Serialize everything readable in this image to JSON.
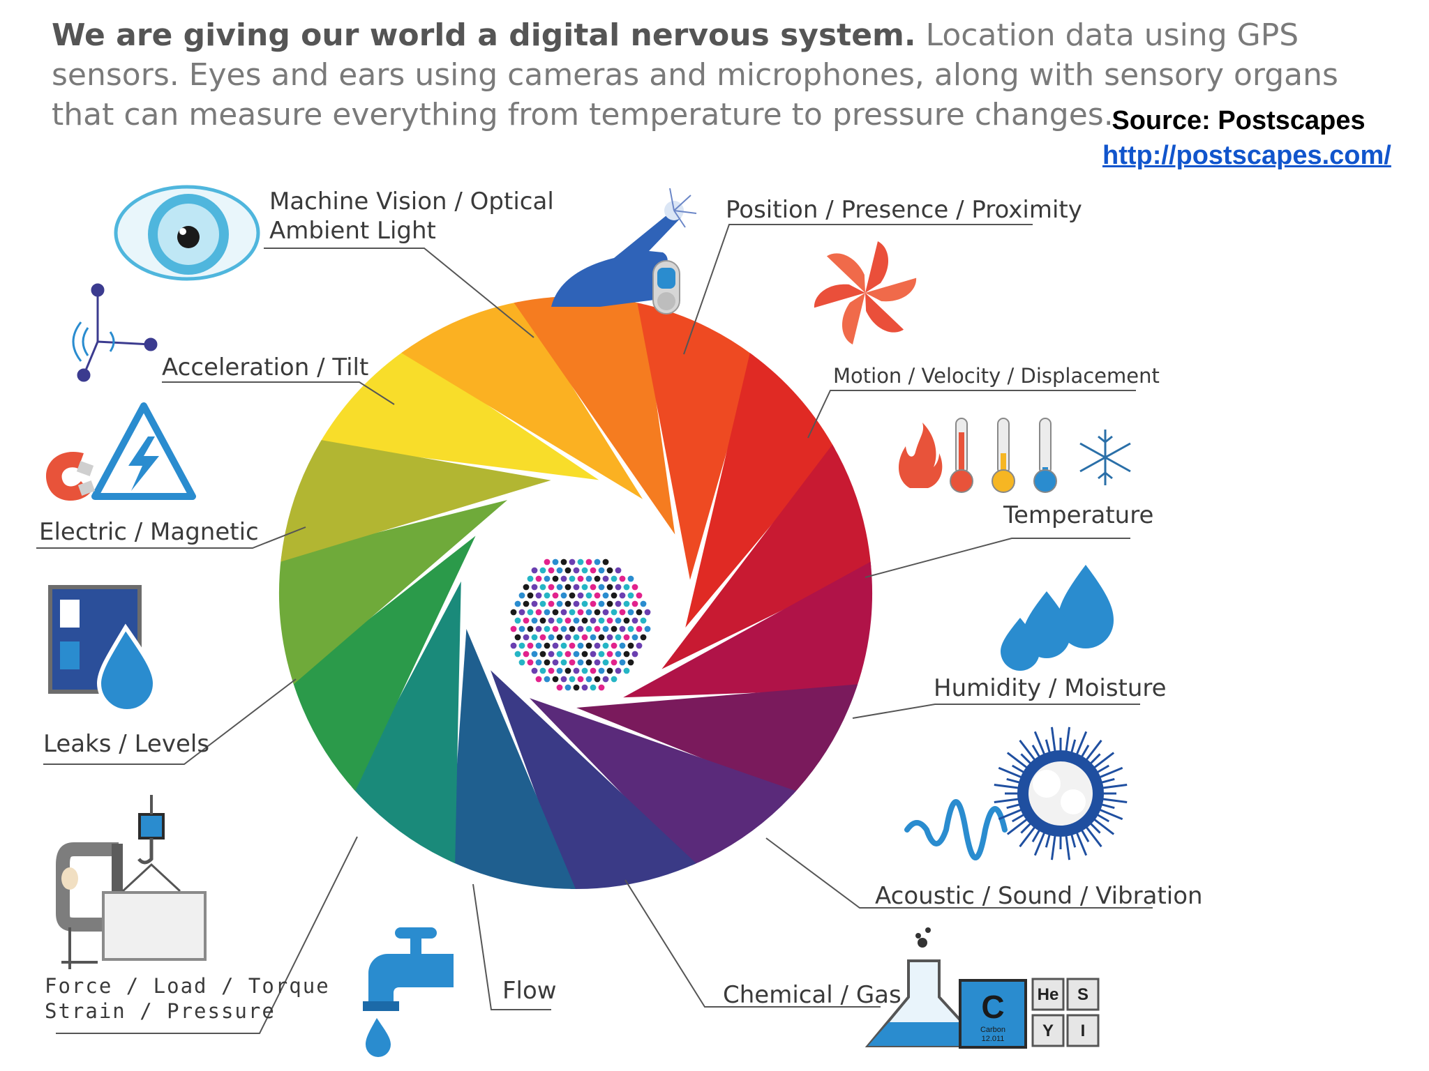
{
  "headline": {
    "bold": "We are giving our world a digital nervous system.",
    "rest": " Location data using GPS sensors. Eyes and ears using cameras and microphones, along with sensory organs that can measure everything from temperature to pressure changes."
  },
  "source": {
    "label": "Source: Postscapes",
    "url": "http://postscapes.com/"
  },
  "sensors": {
    "vision_1": "Machine Vision / Optical",
    "vision_2": "Ambient Light",
    "position": "Position / Presence / Proximity",
    "motion": "Motion / Velocity / Displacement",
    "acceleration": "Acceleration / Tilt",
    "temperature": "Temperature",
    "electric": "Electric / Magnetic",
    "humidity": "Humidity / Moisture",
    "leaks": "Leaks / Levels",
    "acoustic": "Acoustic / Sound / Vibration",
    "force_1": "Force / Load / Torque",
    "force_2": "Strain / Pressure",
    "flow": "Flow",
    "chemical": "Chemical / Gas"
  },
  "elements": {
    "carbon_symbol": "C",
    "carbon_name": "Carbon",
    "carbon_mass": "12.011",
    "helium": "He",
    "sulfur": "S",
    "yttrium": "Y",
    "iodine": "I"
  },
  "colors": {
    "wheel": [
      "#f8dd2a",
      "#fbb122",
      "#f57c20",
      "#ee4a22",
      "#e02a24",
      "#c81a32",
      "#b01348",
      "#7a1a5c",
      "#5a2a7a",
      "#3a3a86",
      "#1f5f8f",
      "#1a8a7a",
      "#2b9a4a",
      "#6faa3a",
      "#b2b632"
    ],
    "icon_blue": "#2a8ccf",
    "icon_red": "#e8533a"
  }
}
